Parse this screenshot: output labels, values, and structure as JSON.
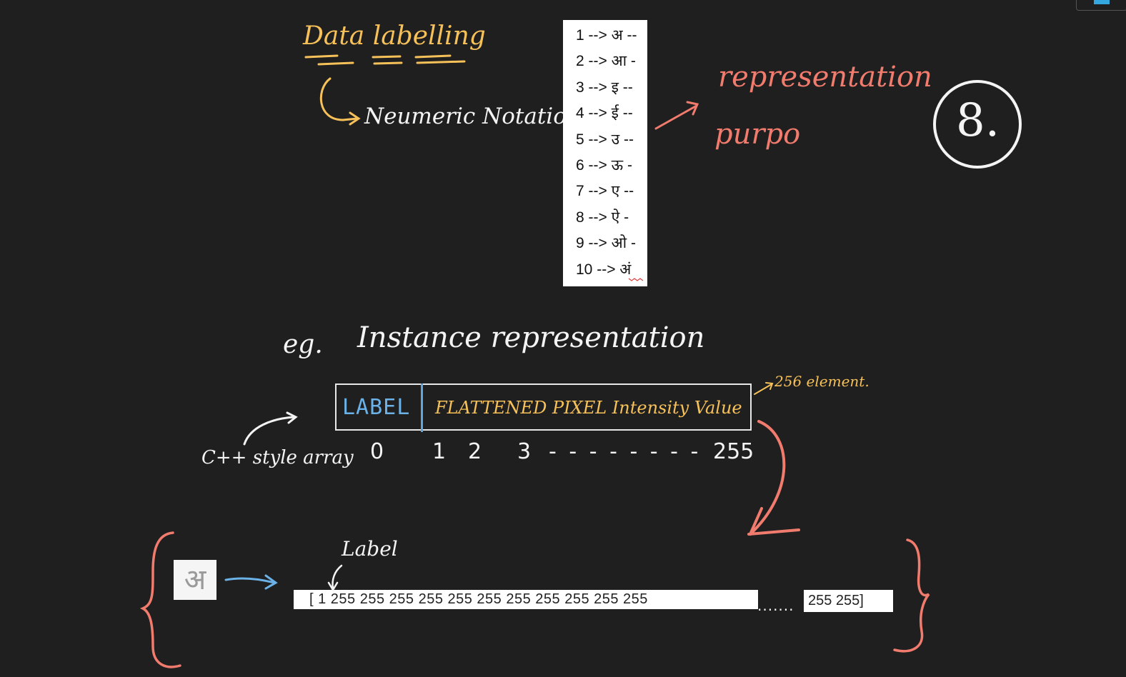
{
  "heading": "Data labelling",
  "notation_label": "Neumeric Notation",
  "representation_note": "representation",
  "purpose_note": "purpo",
  "page_number": "8.",
  "mapping": [
    {
      "index": "1",
      "arrow": "-->",
      "char": "अ --"
    },
    {
      "index": "2",
      "arrow": "-->",
      "char": "आ -"
    },
    {
      "index": "3",
      "arrow": "-->",
      "char": "इ --"
    },
    {
      "index": "4",
      "arrow": "-->",
      "char": "ई --"
    },
    {
      "index": "5",
      "arrow": "-->",
      "char": "उ --"
    },
    {
      "index": "6",
      "arrow": "-->",
      "char": "ऊ -"
    },
    {
      "index": "7",
      "arrow": "-->",
      "char": "ए --"
    },
    {
      "index": "8",
      "arrow": "-->",
      "char": "ऐ -"
    },
    {
      "index": "9",
      "arrow": "-->",
      "char": "ओ -"
    },
    {
      "index": "10",
      "arrow": "-->",
      "char": "अं"
    }
  ],
  "example_prefix": "eg.",
  "example_title": "Instance representation",
  "instance": {
    "label_cell": "LABEL",
    "pixels_cell": "FLATTENED PIXEL Intensity Value",
    "element_note": "256 element."
  },
  "indices": {
    "i0": "0",
    "i1": "1",
    "i2": "2",
    "i3": "3",
    "dashes": "- - - - - - - -",
    "last": "255"
  },
  "array_style_note": "C++ style array",
  "label_pointer": "Label",
  "sample_char": "अ",
  "array_values": "[ 1  255  255  255  255  255  255  255  255  255  255  255",
  "array_dots": ".......",
  "array_tail": "255  255]",
  "colors": {
    "background": "#1f1f1f",
    "yellow_ink": "#f7c15a",
    "salmon_ink": "#f17c6e",
    "blue_ink": "#6ab2e8",
    "white_ink": "#f4f4f4"
  }
}
